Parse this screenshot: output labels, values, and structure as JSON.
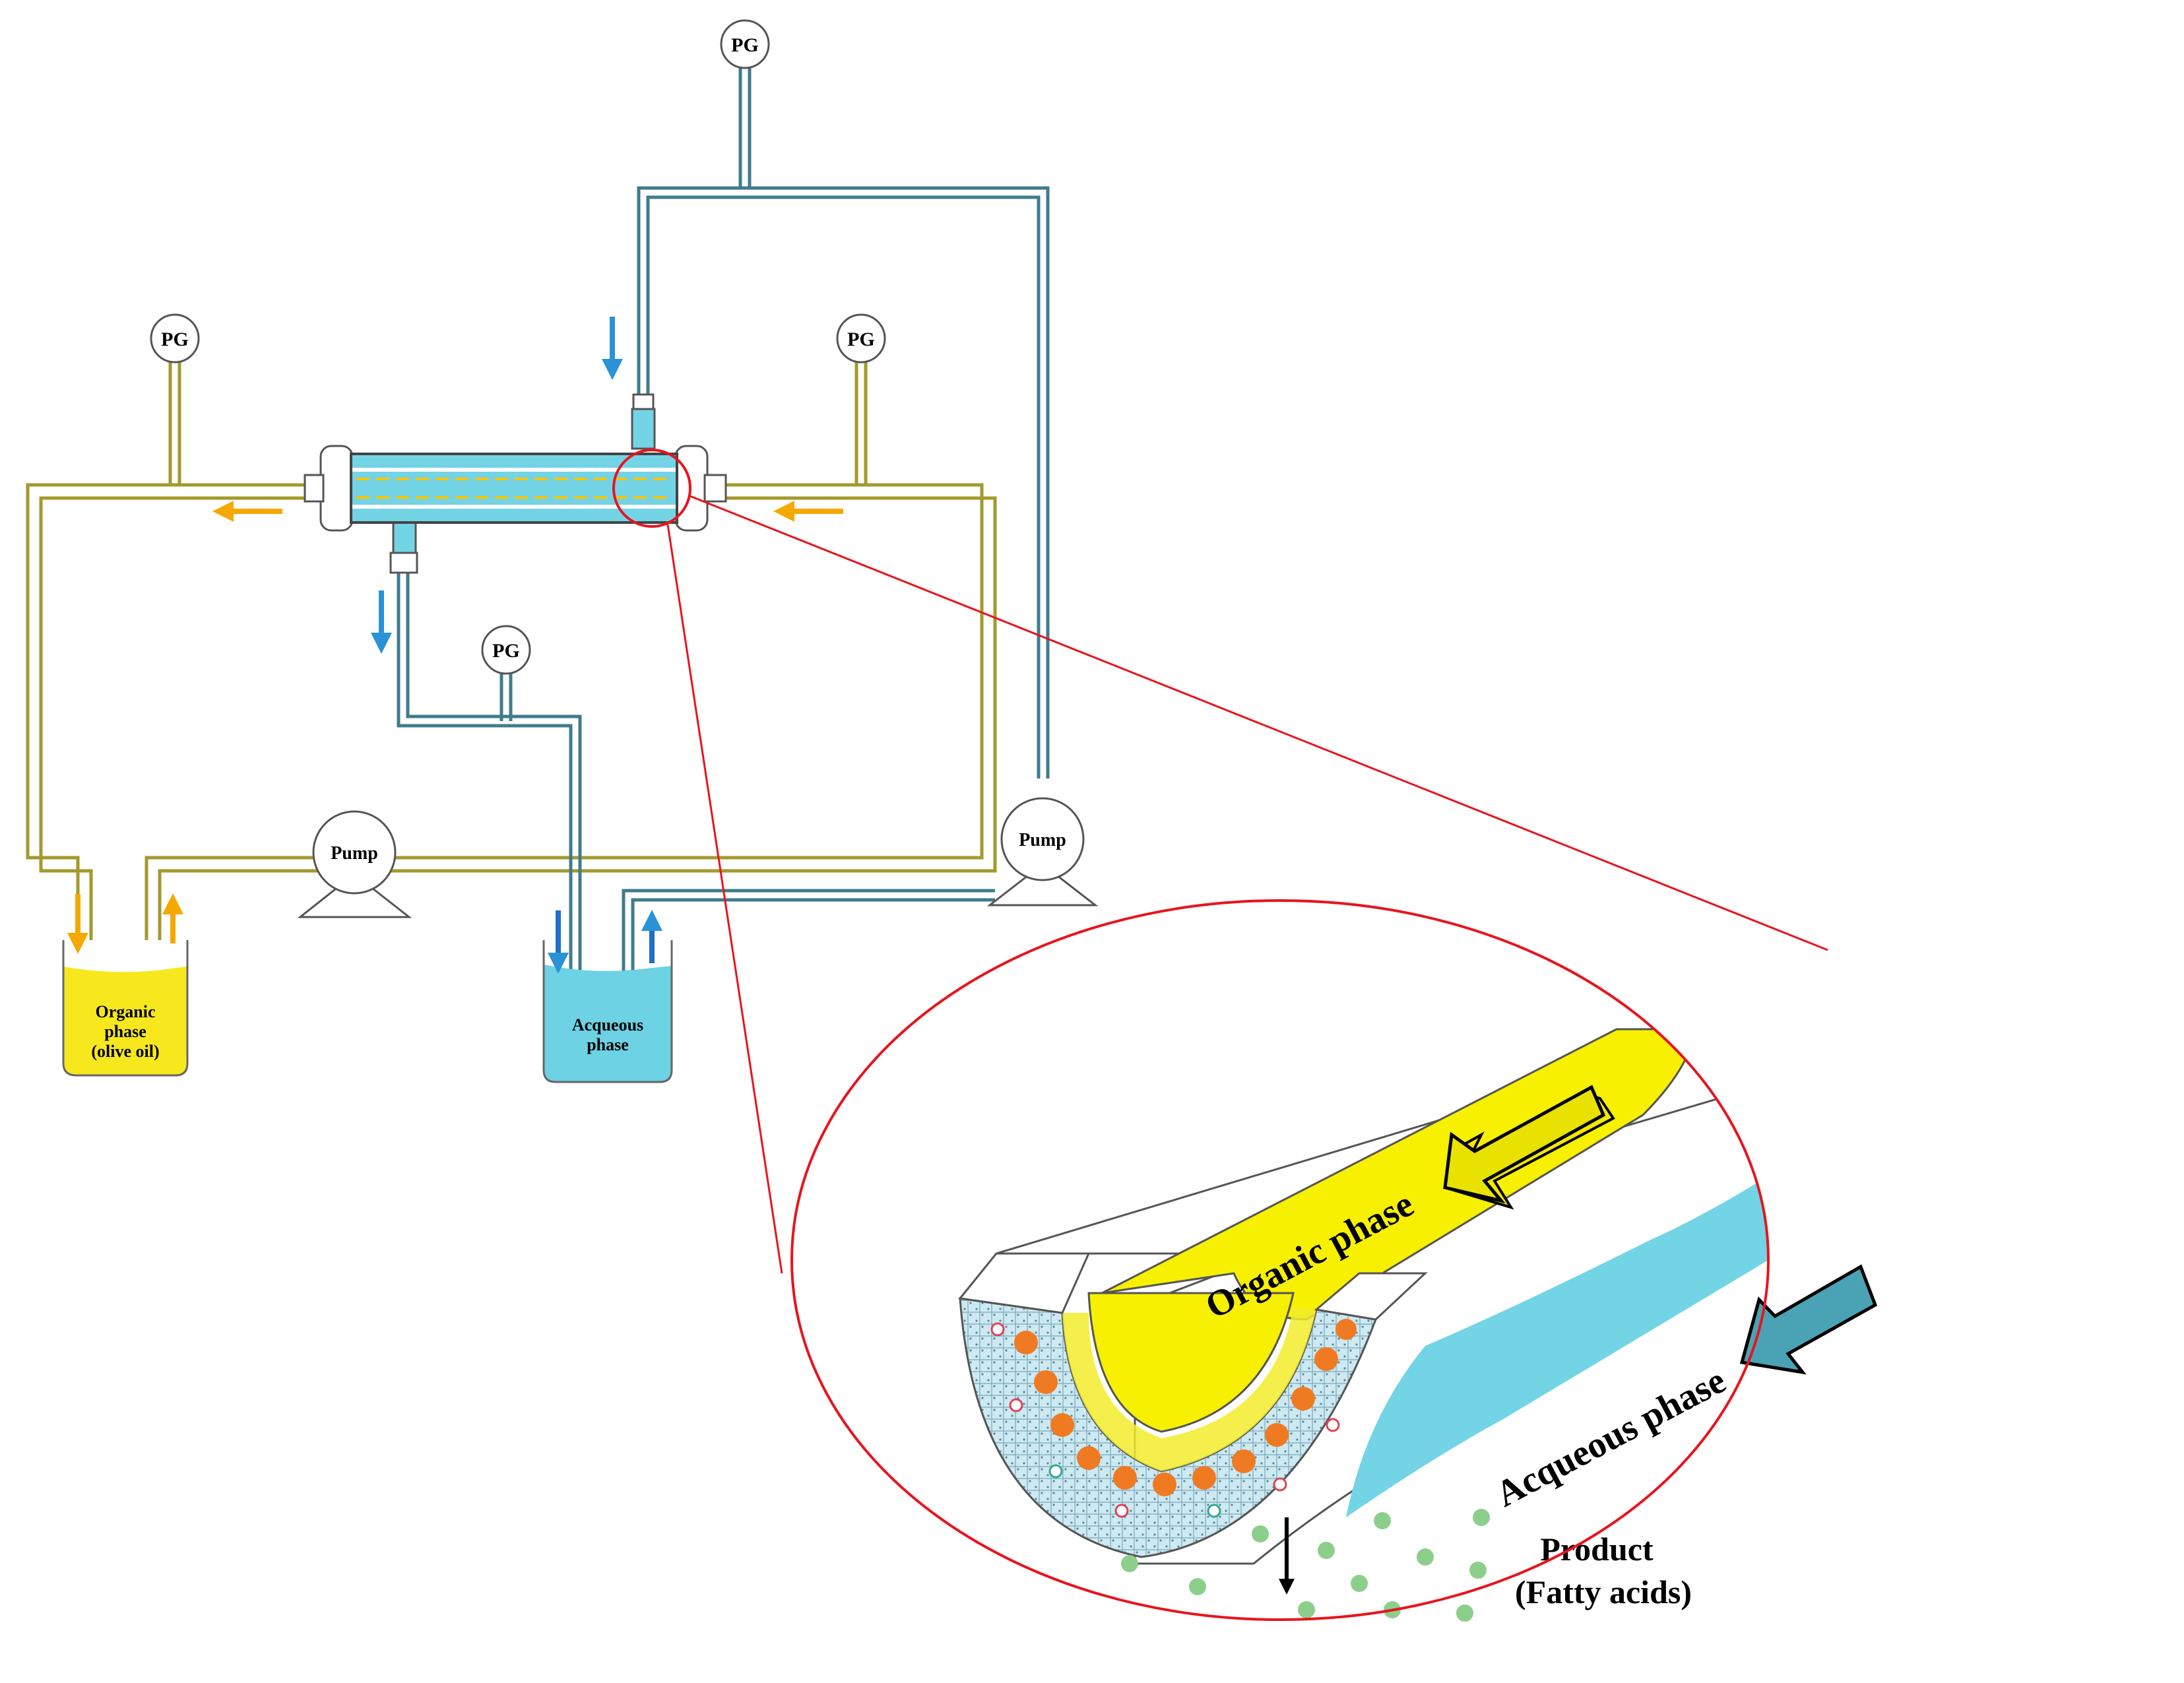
{
  "gauges": {
    "top": "PG",
    "left": "PG",
    "right": "PG",
    "middle": "PG"
  },
  "pumps": {
    "left": "Pump",
    "right": "Pump"
  },
  "beakers": {
    "organic": {
      "line1": "Organic",
      "line2": "phase",
      "line3": "(olive oil)",
      "color": "#f7e81e"
    },
    "aqueous": {
      "line1": "Acqueous",
      "line2": "phase",
      "color": "#6cd2e4"
    }
  },
  "detail": {
    "organic_label": "Organic phase",
    "aqueous_label": "Acqueous phase",
    "product_line1": "Product",
    "product_line2": "(Fatty acids)"
  },
  "colors": {
    "organic_line": "#a39a2c",
    "aqueous_line": "#3f7c8c",
    "organic_arrow": "#f5a800",
    "aqueous_arrow": "#2a92d6",
    "aqueous_arrow_dark": "#1f6fc7",
    "zoom_outline": "#e8141d",
    "organic_fill": "#f7f000",
    "aqueous_fill": "#73d4e6",
    "enzyme": "#f07a22",
    "product": "#8ccf8a"
  }
}
